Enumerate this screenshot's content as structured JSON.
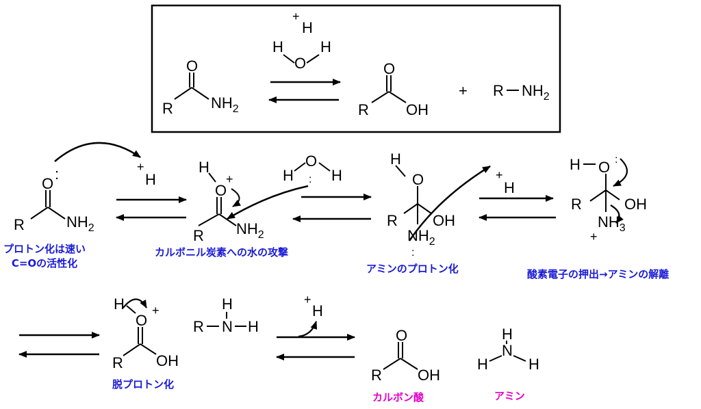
{
  "colors": {
    "label_step": "#1a1ad6",
    "label_product": "#e000c8",
    "ink": "#000000"
  },
  "overview": {
    "reagent_plus": "+",
    "reagent_h": "H",
    "reagent_o": "O",
    "reagent_h2": "H",
    "reactant": {
      "o": "O",
      "r": "R",
      "nh2": "NH",
      "sub": "2"
    },
    "product_acid": {
      "o": "O",
      "r": "R",
      "oh": "OH"
    },
    "plus_sign": "+",
    "product_amine": {
      "r": "R",
      "nh2": "NH",
      "sub": "2"
    }
  },
  "step_labels": {
    "protonation_line1": "プロトン化は速い",
    "protonation_line2": "C=Oの活性化",
    "water_attack": "カルボニル炭素への水の攻撃",
    "amine_protonation": "アミンのプロトン化",
    "elimination": "酸素電子の押出→アミンの解離",
    "deprotonation": "脱プロトン化"
  },
  "product_labels": {
    "carboxylic_acid": "カルボン酸",
    "amine": "アミン"
  },
  "atoms": {
    "O": "O",
    "R": "R",
    "H": "H",
    "N": "N",
    "NH": "NH",
    "OH": "OH",
    "NH3": "NH",
    "two": "2",
    "three": "3",
    "plus": "+",
    "lone_pair": ":"
  }
}
